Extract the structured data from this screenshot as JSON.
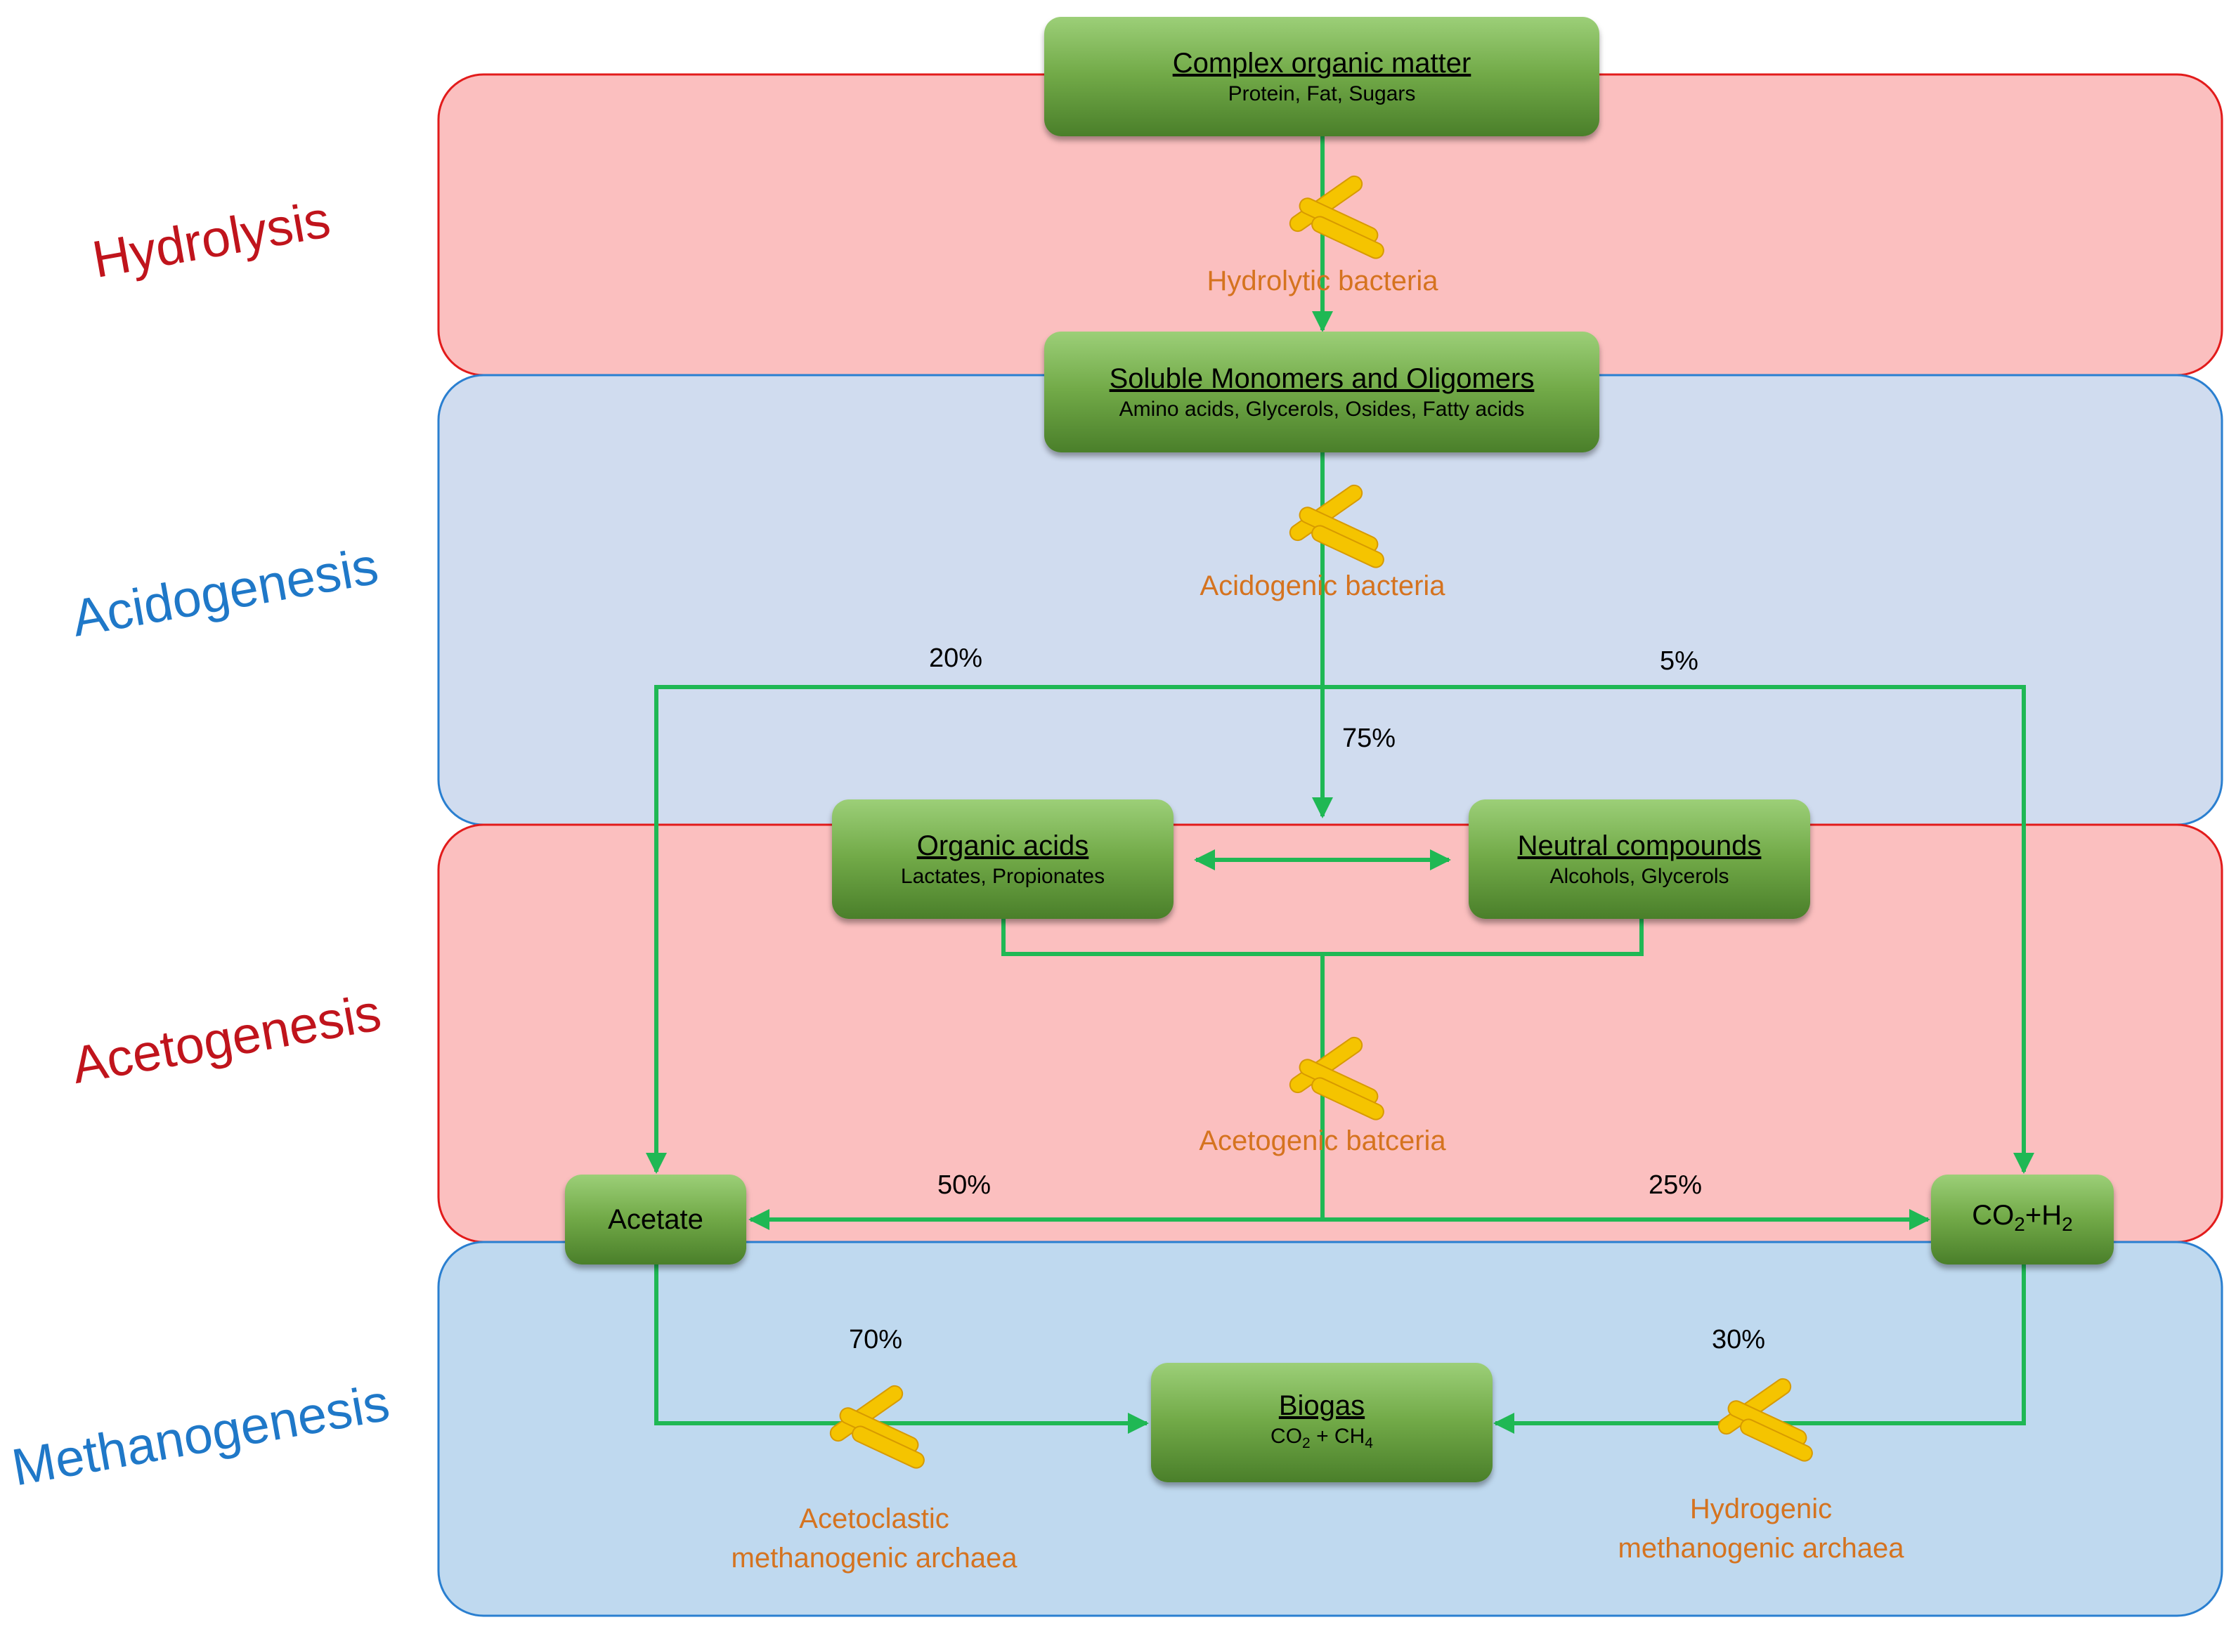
{
  "colors": {
    "hydrolysis_band": "#fbbfbf",
    "acidogenesis_band": "#d0dcef",
    "acetogenesis_band": "#fbbfbf",
    "methanogenesis_band": "#bfd9ef",
    "red_label": "#c0141c",
    "blue_label": "#1f78c8",
    "arrow": "#1fb854",
    "organism_text": "#d5731f",
    "bacteria": "#f5c400"
  },
  "phases": {
    "hydrolysis": "Hydrolysis",
    "acidogenesis": "Acidogenesis",
    "acetogenesis": "Acetogenesis",
    "methanogenesis": "Methanogenesis"
  },
  "nodes": {
    "complex": {
      "title": "Complex organic matter",
      "sub": "Protein, Fat, Sugars"
    },
    "soluble": {
      "title": "Soluble Monomers and Oligomers",
      "sub": "Amino acids, Glycerols, Osides, Fatty acids"
    },
    "organic_acids": {
      "title": "Organic acids",
      "sub": "Lactates, Propionates"
    },
    "neutral": {
      "title": "Neutral compounds",
      "sub": "Alcohols, Glycerols"
    },
    "acetate": {
      "title": "Acetate"
    },
    "co2h2": {
      "title_main": "CO",
      "title_sub1": "2",
      "title_mid": "+H",
      "title_sub2": "2"
    },
    "biogas": {
      "title": "Biogas",
      "sub_a": "CO",
      "sub_a_sub": "2",
      "sub_mid": " + CH",
      "sub_b_sub": "4"
    }
  },
  "organisms": {
    "hydrolytic": "Hydrolytic bacteria",
    "acidogenic": "Acidogenic bacteria",
    "acetogenic": "Acetogenic batceria",
    "acetoclastic_line1": "Acetoclastic",
    "acetoclastic_line2": "methanogenic archaea",
    "hydrogenic_line1": "Hydrogenic",
    "hydrogenic_line2": "methanogenic archaea"
  },
  "percentages": {
    "to_acetate_direct": "20%",
    "to_h2_direct": "5%",
    "to_acids": "75%",
    "acetogenesis_to_acetate": "50%",
    "acetogenesis_to_h2": "25%",
    "acetate_to_biogas": "70%",
    "h2_to_biogas": "30%"
  }
}
